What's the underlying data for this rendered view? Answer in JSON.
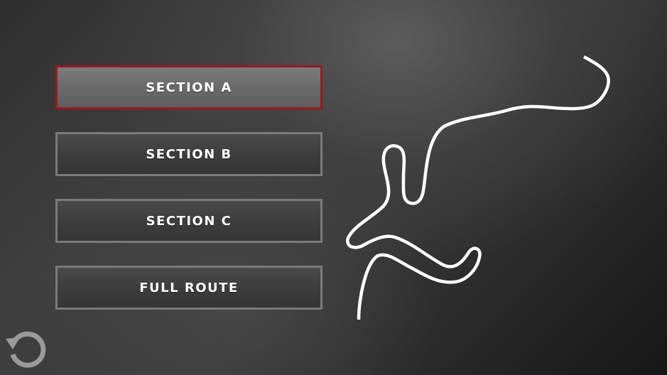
{
  "menu": {
    "items": [
      {
        "label": "SECTION A",
        "selected": true
      },
      {
        "label": "SECTION B",
        "selected": false
      },
      {
        "label": "SECTION C",
        "selected": false
      },
      {
        "label": "FULL ROUTE",
        "selected": false
      }
    ]
  },
  "colors": {
    "selected_border": "#a01818",
    "button_border": "#7a7a7a",
    "track_line": "#ffffff",
    "icon": "#9a9a9a"
  },
  "icons": {
    "restart": "restart-icon"
  }
}
